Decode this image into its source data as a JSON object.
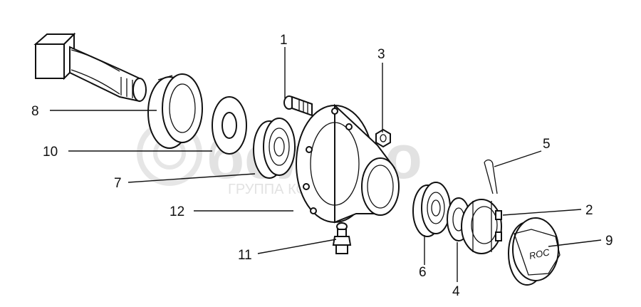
{
  "watermark": {
    "brand": "белтро",
    "subtitle": "ГРУППА КОМПАНИЙ"
  },
  "callouts": [
    {
      "id": "1",
      "label": "1"
    },
    {
      "id": "2",
      "label": "2"
    },
    {
      "id": "3",
      "label": "3"
    },
    {
      "id": "4",
      "label": "4"
    },
    {
      "id": "5",
      "label": "5"
    },
    {
      "id": "6",
      "label": "6"
    },
    {
      "id": "7",
      "label": "7"
    },
    {
      "id": "8",
      "label": "8"
    },
    {
      "id": "9",
      "label": "9"
    },
    {
      "id": "10",
      "label": "10"
    },
    {
      "id": "11",
      "label": "11"
    },
    {
      "id": "12",
      "label": "12"
    }
  ],
  "cap_marking": "ROC",
  "colors": {
    "line": "#111111",
    "watermark": "#e2e2e2",
    "background": "#ffffff"
  }
}
